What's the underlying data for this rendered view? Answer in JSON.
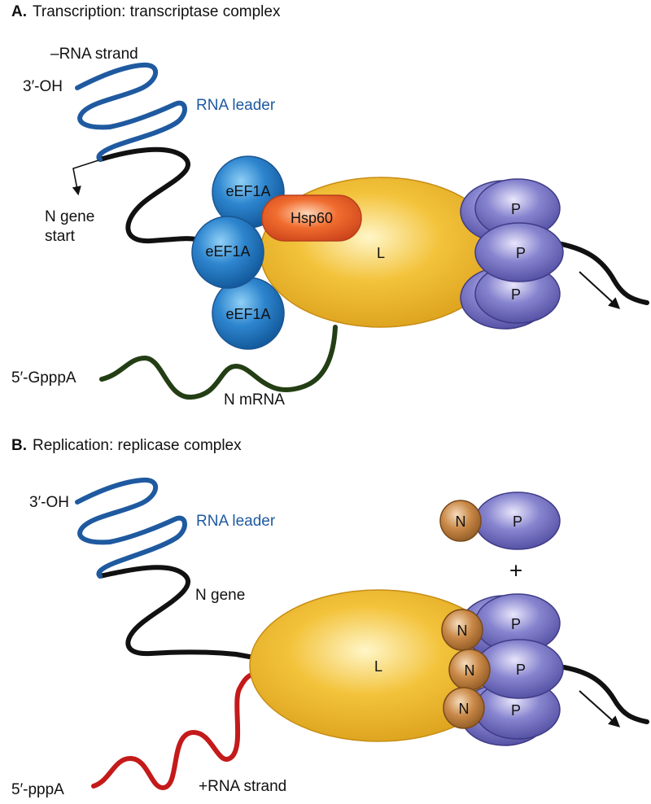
{
  "panel_a": {
    "letter": "A.",
    "title": "Transcription: transcriptase complex",
    "neg_strand": "–RNA strand",
    "three_oh": "3′-OH",
    "rna_leader": "RNA leader",
    "n_gene_start_line1": "N gene",
    "n_gene_start_line2": "start",
    "eef1a_top": "eEF1A",
    "eef1a_mid": "eEF1A",
    "eef1a_bot": "eEF1A",
    "hsp60": "Hsp60",
    "l": "L",
    "p1": "P",
    "p2": "P",
    "p3": "P",
    "five_gppp": "5′-GpppA",
    "n_mrna": "N mRNA"
  },
  "panel_b": {
    "letter": "B.",
    "title": "Replication: replicase complex",
    "three_oh": "3′-OH",
    "rna_leader": "RNA leader",
    "n_gene": "N gene",
    "l": "L",
    "free_n": "N",
    "free_p": "P",
    "plus": "+",
    "n1": "N",
    "n2": "N",
    "n3": "N",
    "p1": "P",
    "p2": "P",
    "p3": "P",
    "five_ppp": "5′-pppA",
    "pos_strand": "+RNA strand"
  }
}
